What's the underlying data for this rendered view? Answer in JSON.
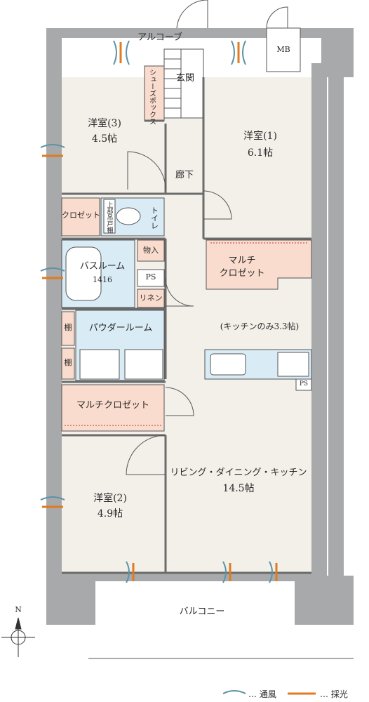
{
  "rooms": {
    "alcove": "アルコーブ",
    "mb": "MB",
    "genkan": "玄関",
    "shoe_box": "シューズボックス",
    "yoshitsu3": {
      "name": "洋室(3)",
      "size": "4.5帖"
    },
    "yoshitsu1": {
      "name": "洋室(1)",
      "size": "6.1帖"
    },
    "rouka": "廊下",
    "closet": "クロゼット",
    "joubu_todana": "上部吊戸棚",
    "toilet": "トイレ",
    "monoire": "物入",
    "bathroom": {
      "name": "バスルーム",
      "size": "1416"
    },
    "ps1": "PS",
    "linen": "リネン",
    "multi_closet1": {
      "line1": "マルチ",
      "line2": "クロゼット"
    },
    "kitchen_only": "(キッチンのみ3.3帖)",
    "tana1": "棚",
    "tana2": "棚",
    "powder_room": "パウダールーム",
    "ps2": "PS",
    "multi_closet2": "マルチクロゼット",
    "ldk": {
      "name": "リビング・ダイニング・キッチン",
      "size": "14.5帖"
    },
    "yoshitsu2": {
      "name": "洋室(2)",
      "size": "4.9帖"
    },
    "balcony": "バルコニー"
  },
  "compass": "N",
  "legend": {
    "wind": "… 通風",
    "light": "… 採光"
  },
  "colors": {
    "wall": "#a7a9ab",
    "floor": "#f3f0ea",
    "wet": "#d9ecf6",
    "closet": "#f9dccd",
    "wind": "#5d93a6",
    "light": "#e07b1f"
  }
}
